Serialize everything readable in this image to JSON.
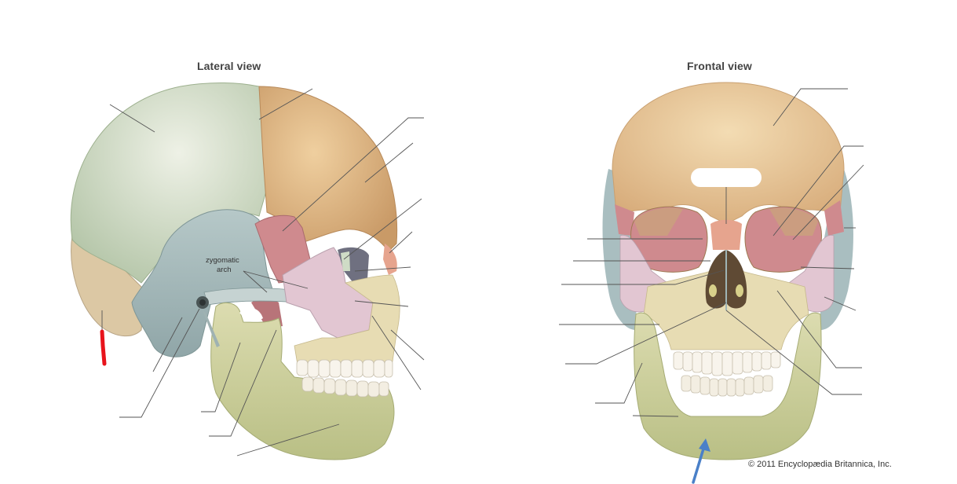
{
  "figures": {
    "lateral": {
      "title": "Lateral view",
      "labels": {
        "zygomatic_arch_line1": "zygomatic",
        "zygomatic_arch_line2": "arch"
      },
      "blank_leader_lines": 16
    },
    "frontal": {
      "title": "Frontal view",
      "blank_leader_lines": 16
    }
  },
  "credit": "© 2011 Encyclopædia Britannica, Inc.",
  "annotations": {
    "red_mark": {
      "color": "#e8141c",
      "location": "occipital region, lateral view"
    },
    "blue_arrow": {
      "color": "#4a80c8",
      "location": "mandible chin, frontal view"
    }
  },
  "bone_colors": {
    "parietal": "#c9d6bf",
    "frontal": "#e0b98a",
    "temporal": "#a9bec0",
    "sphenoid": "#cf8a8e",
    "zygomatic": "#e2c6d2",
    "maxilla": "#e7dcb3",
    "mandible": "#cfd0a2",
    "occipital": "#dcc8a4",
    "nasal": "#e6a48e",
    "teeth": "#f8f4ec"
  }
}
